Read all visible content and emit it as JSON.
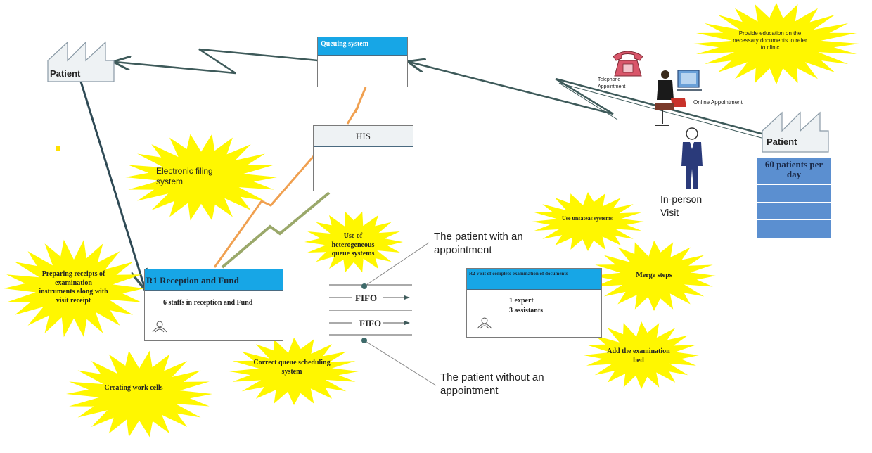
{
  "factories": {
    "left_label": "Patient",
    "right_label": "Patient"
  },
  "queuing_system": {
    "title": "Queuing system"
  },
  "his": {
    "title": "HIS"
  },
  "reception": {
    "title": "R1   Reception and Fund",
    "staff": "6 staffs in reception and Fund"
  },
  "visit": {
    "title": "R2 Visit of complete examination of documents",
    "line1": "1 expert",
    "line2": "3 assistants"
  },
  "fifo": {
    "label1": "FIFO",
    "label2": "FIFO"
  },
  "appointments": {
    "with": "The patient with an appointment",
    "without": "The patient without an appointment",
    "telephone": "Telephone Appointment",
    "online": "Online Appointment",
    "in_person": "In-person Visit"
  },
  "patients_per_day": "60 patients per day",
  "bursts": {
    "provide_education": "Provide education on the necessary documents to refer to clinic",
    "electronic_filing": "Electronic filing system",
    "preparing_receipts": "Preparing receipts of examination instruments along with visit receipt",
    "heterogeneous": "Use of heterogeneous queue systems",
    "use_systems": "Use unsateas systems",
    "merge_steps": "Merge steps",
    "add_bed": "Add the examination bed",
    "correct_queue": "Correct queue scheduling system",
    "work_cells": "Creating work cells"
  },
  "colors": {
    "burst_fill": "#fff700",
    "box_header": "#17a6e6",
    "data_box": "#5b8fd0",
    "arrow": "#3e5a5a",
    "bolt_orange": "#f0a050",
    "bolt_green": "#9aa86a"
  }
}
